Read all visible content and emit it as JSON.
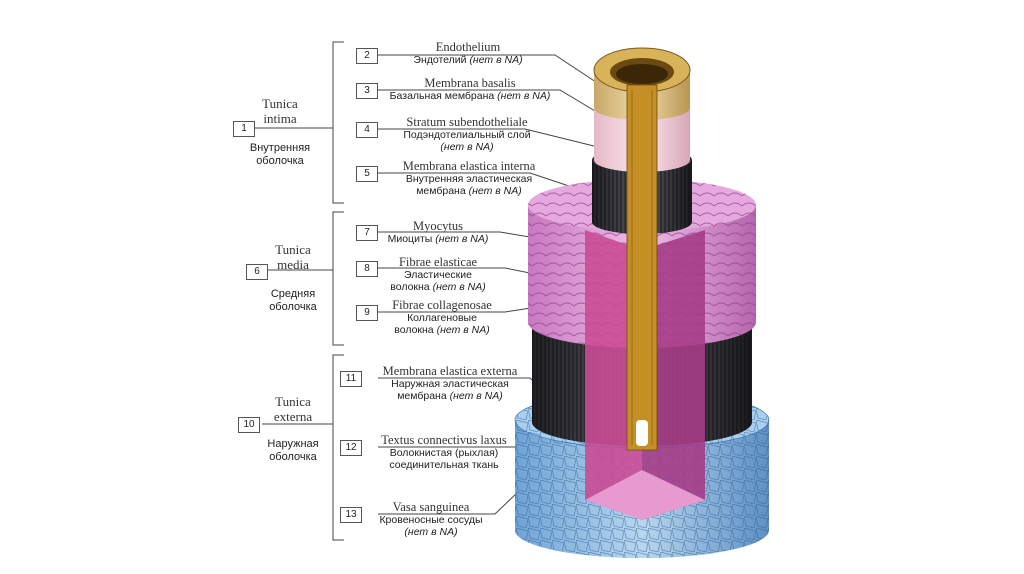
{
  "groups": [
    {
      "num": "1",
      "latin": [
        "Tunica",
        "intima"
      ],
      "ru": [
        "Внутренняя",
        "оболочка"
      ]
    },
    {
      "num": "6",
      "latin": [
        "Tunica",
        "media"
      ],
      "ru": [
        "Средняя",
        "оболочка"
      ]
    },
    {
      "num": "10",
      "latin": [
        "Tunica",
        "externa"
      ],
      "ru": [
        "Наружная",
        "оболочка"
      ]
    }
  ],
  "terms": [
    {
      "num": "2",
      "latin": "Endothelium",
      "ru": [
        "Эндотелий "
      ],
      "na": "(нет в NA)"
    },
    {
      "num": "3",
      "latin": "Membrana basalis",
      "ru": [
        "Базальная мембрана "
      ],
      "na": "(нет в NA)"
    },
    {
      "num": "4",
      "latin": "Stratum subendotheliale",
      "ru": [
        "Подэндотелиальный слой"
      ],
      "na": "(нет в NA)"
    },
    {
      "num": "5",
      "latin": "Membrana elastica interna",
      "ru": [
        "Внутренняя эластическая",
        "мембрана "
      ],
      "na": "(нет в NA)"
    },
    {
      "num": "7",
      "latin": "Myocytus",
      "ru": [
        "Миоциты "
      ],
      "na": "(нет в NA)"
    },
    {
      "num": "8",
      "latin": "Fibrae elasticae",
      "ru": [
        "Эластические",
        "волокна "
      ],
      "na": "(нет в NA)"
    },
    {
      "num": "9",
      "latin": "Fibrae collagenosae",
      "ru": [
        "Коллагеновые",
        "волокна "
      ],
      "na": "(нет в NA)"
    },
    {
      "num": "11",
      "latin": "Membrana elastica externa",
      "ru": [
        "Наружная эластическая",
        "мембрана "
      ],
      "na": "(нет в NA)"
    },
    {
      "num": "12",
      "latin": "Textus connectivus laxus",
      "ru": [
        "Волокнистая (рыхлая)",
        "соединительная ткань"
      ],
      "na": ""
    },
    {
      "num": "13",
      "latin": "Vasa sanguinea",
      "ru": [
        "Кровеносные сосуды"
      ],
      "na": "(нет в NA)"
    }
  ]
}
